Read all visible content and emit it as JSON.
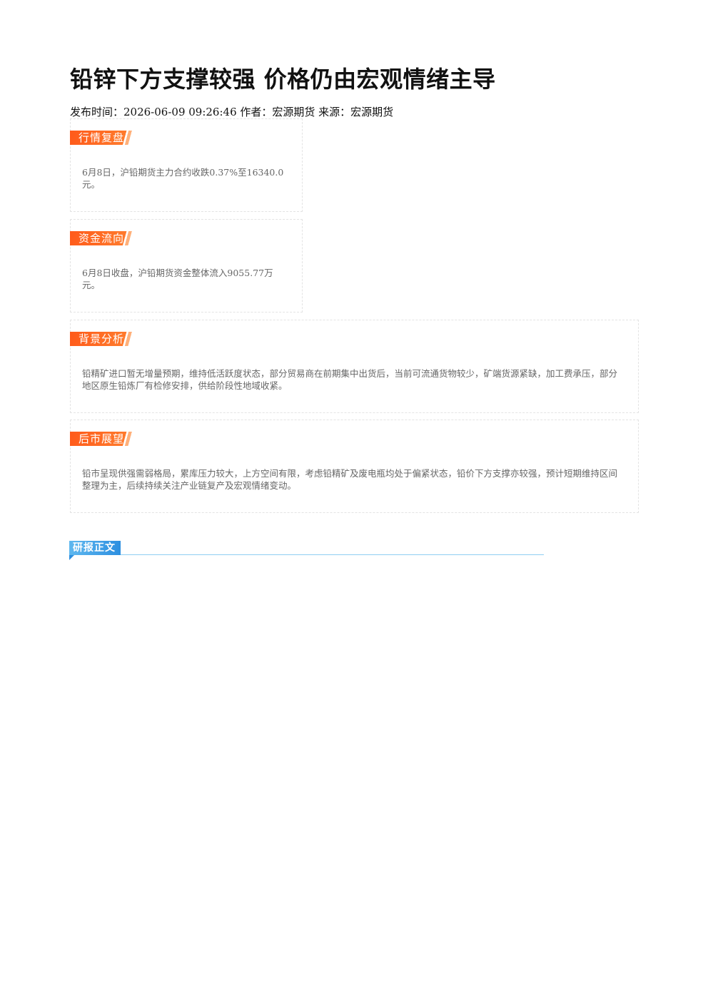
{
  "article": {
    "title": "铅锌下方支撑较强 价格仍由宏观情绪主导",
    "meta": "发布时间：2026-06-09 09:26:46 作者：宏源期货 来源：宏源期货"
  },
  "sections": [
    {
      "tag": "行情复盘",
      "text": "6月8日，沪铅期货主力合约收跌0.37%至16340.0元。"
    },
    {
      "tag": "资金流向",
      "text": "6月8日收盘，沪铅期货资金整体流入9055.77万元。"
    },
    {
      "tag": "背景分析",
      "text": "铅精矿进口暂无增量预期，维持低活跃度状态，部分贸易商在前期集中出货后，当前可流通货物较少，矿端货源紧缺，加工费承压，部分地区原生铅炼厂有检修安排，供给阶段性地域收紧。"
    },
    {
      "tag": "后市展望",
      "text": "铅市呈现供强需弱格局，累库压力较大，上方空间有限，考虑铅精矿及废电瓶均处于偏紧状态，铅价下方支撑亦较强，预计短期维持区间整理为主，后续持续关注产业链复产及宏观情绪变动。"
    }
  ],
  "report": {
    "label": "研报正文"
  },
  "colors": {
    "tag_orange": "#ff5a1a",
    "report_blue": "#2d8fe0"
  }
}
